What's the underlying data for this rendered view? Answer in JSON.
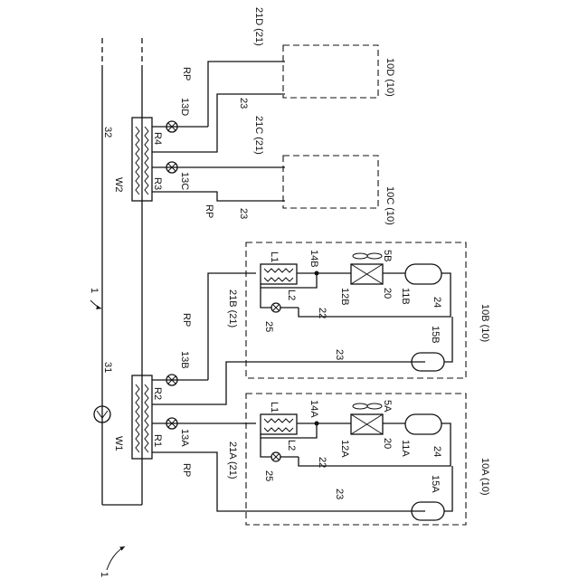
{
  "figure_number": "1",
  "circuit_label": "1",
  "heat_exchanger_labels": {
    "w1": "W1",
    "w2": "W2",
    "hx31": "31",
    "hx32": "32"
  },
  "port_labels": {
    "r1": "R1",
    "r2": "R2",
    "r3": "R3",
    "r4": "R4"
  },
  "valve_labels": {
    "v13a": "13A",
    "v13b": "13B",
    "v13c": "13C",
    "v13d": "13D"
  },
  "pipe_labels": {
    "rp": "RP",
    "p21a": "21A (21)",
    "p21b": "21B (21)",
    "p21c": "21C (21)",
    "p21d": "21D (21)",
    "p22": "22",
    "p23": "23",
    "p24": "24"
  },
  "units": {
    "a": {
      "name": "10A (10)",
      "expansion": "14A",
      "indoor_hx": "12A",
      "fan": "5A",
      "compressor": "11A",
      "pipe20": "20",
      "accumulator": "15A",
      "valve25": "25",
      "l1": "L1",
      "l2": "L2"
    },
    "b": {
      "name": "10B (10)",
      "expansion": "14B",
      "indoor_hx": "12B",
      "fan": "5B",
      "compressor": "11B",
      "pipe20": "20",
      "accumulator": "15B",
      "valve25": "25",
      "l1": "L1",
      "l2": "L2"
    },
    "c": {
      "name": "10C (10)"
    },
    "d": {
      "name": "10D (10)"
    }
  }
}
